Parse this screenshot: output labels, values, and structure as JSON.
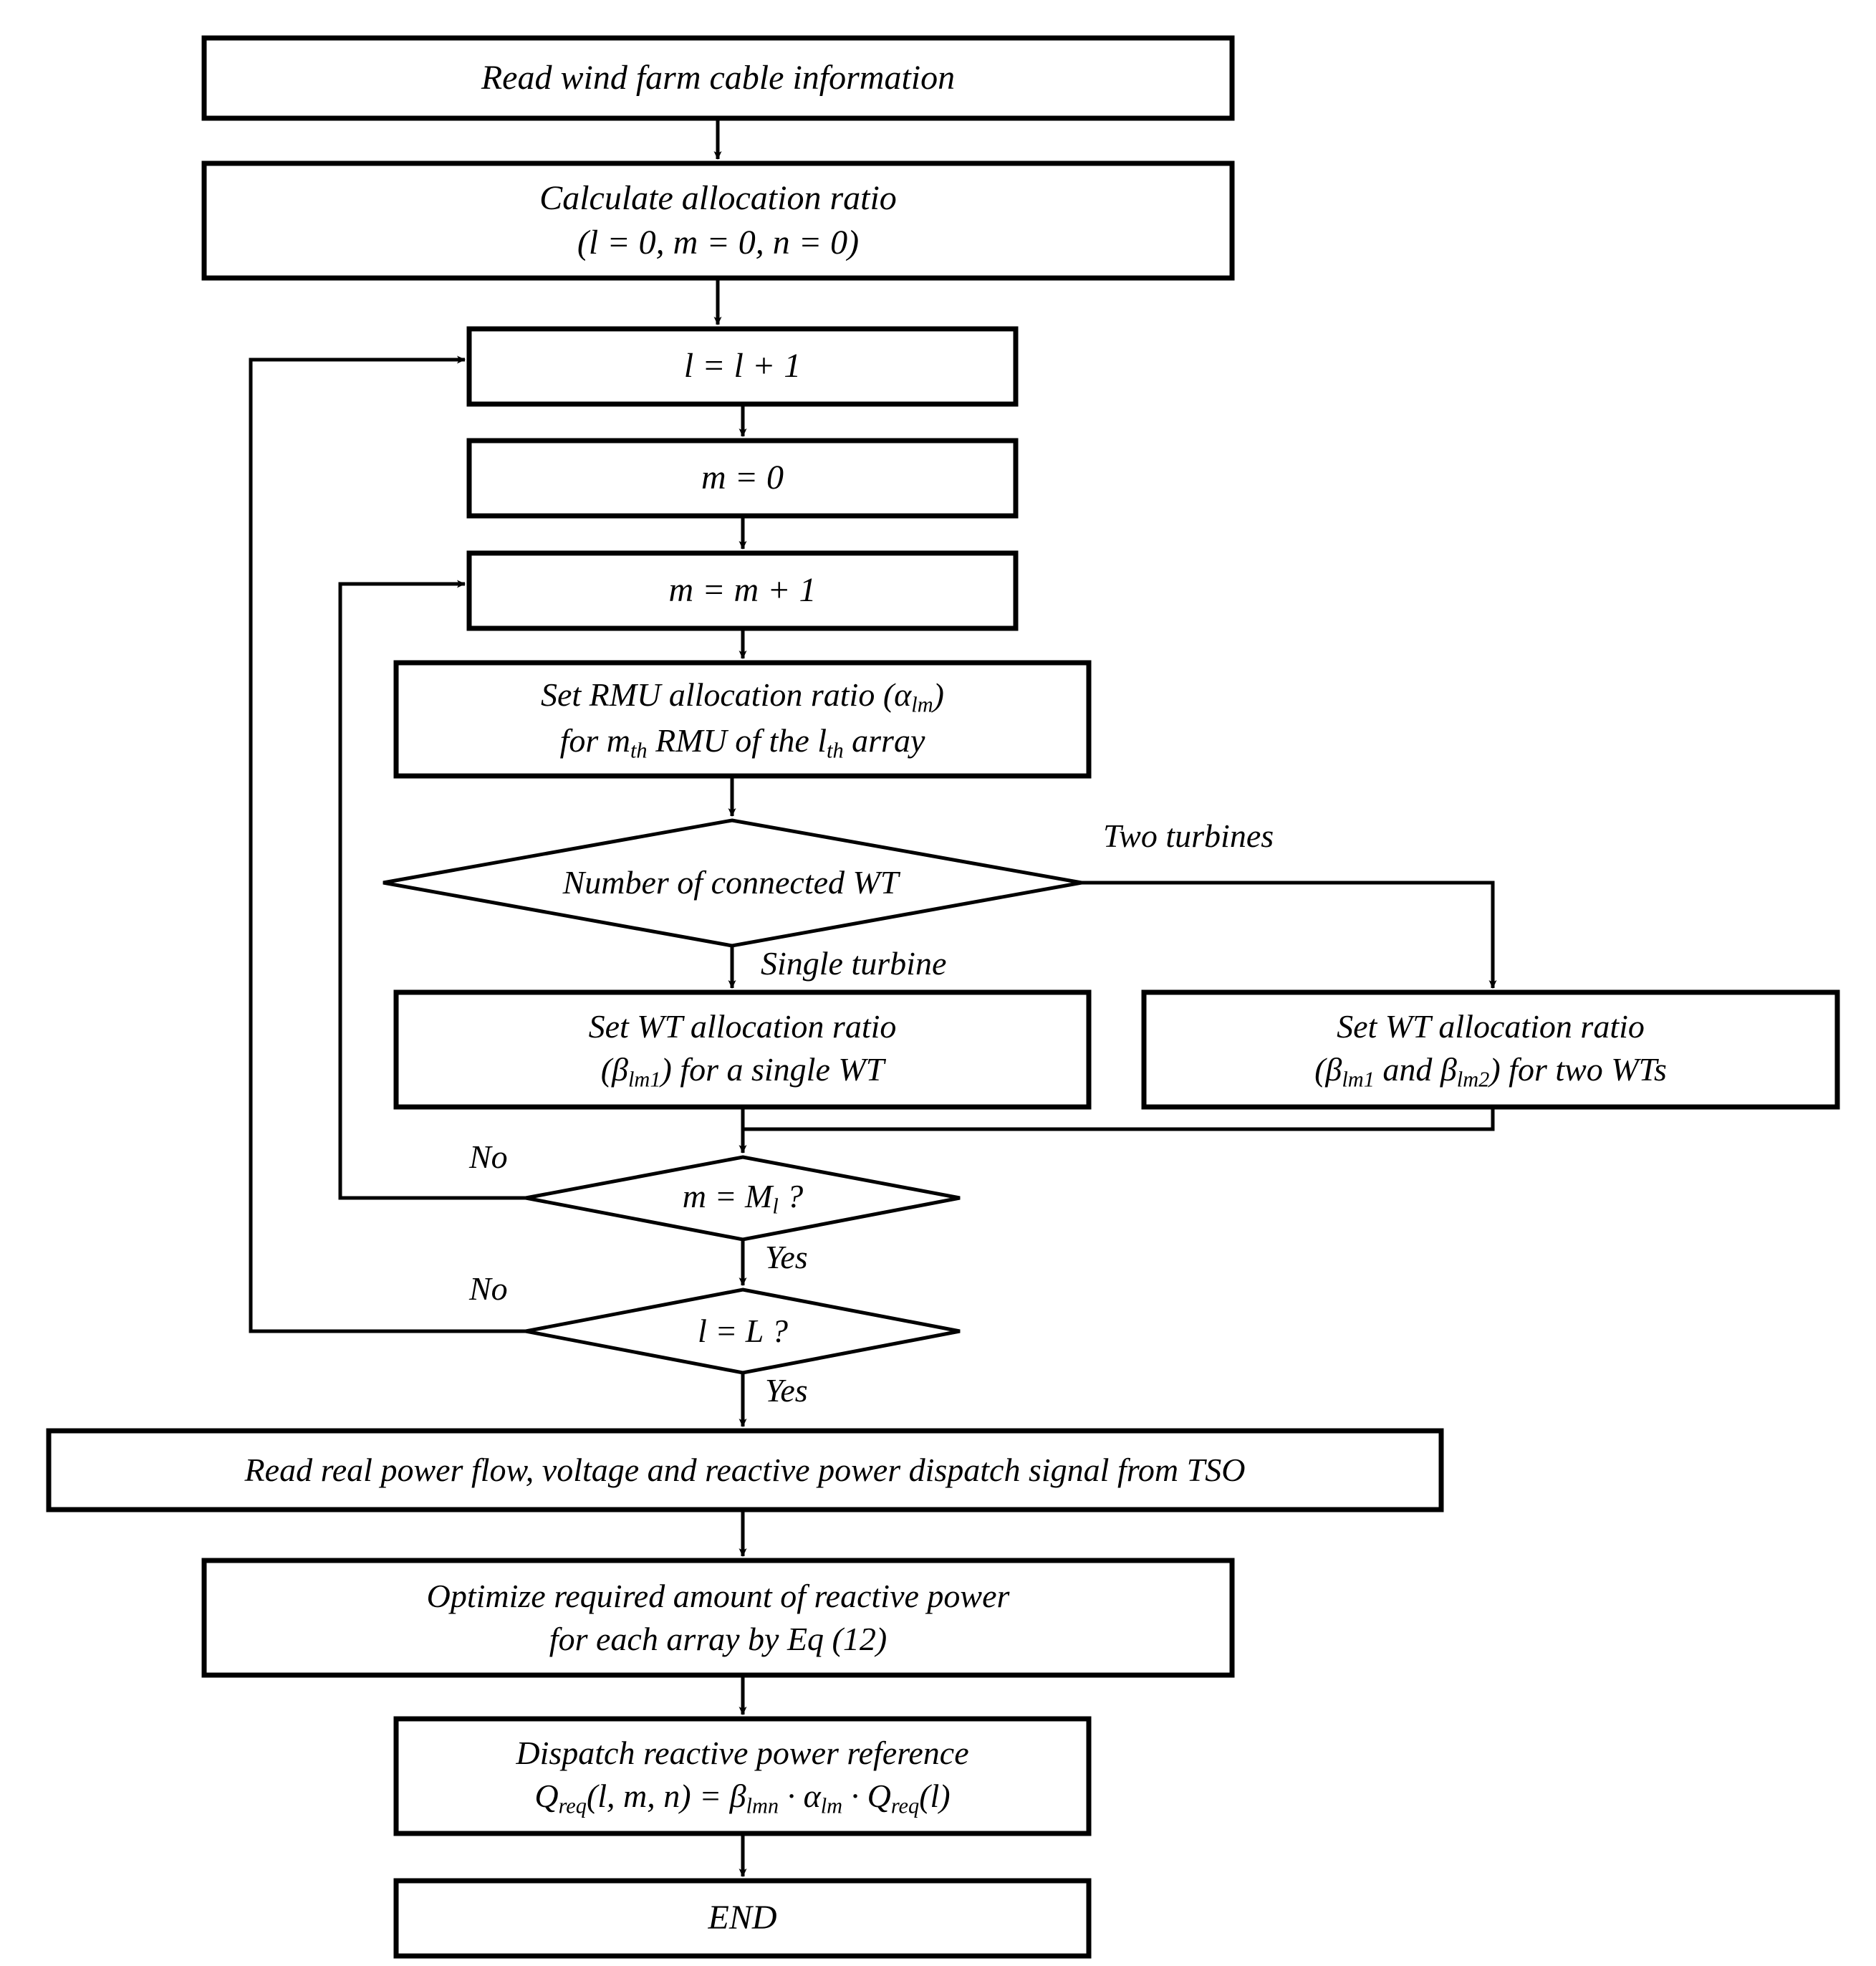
{
  "diagram": {
    "title": "Reactive power allocation flowchart",
    "type": "flowchart",
    "stroke_color": "#000000",
    "fill_color": "#ffffff",
    "nodes": [
      {
        "id": "read_cable",
        "shape": "process",
        "text": "Read wind farm cable information"
      },
      {
        "id": "calc_ratio_l1",
        "shape": "process",
        "text": "Calculate allocation ratio"
      },
      {
        "id": "calc_ratio_l2",
        "shape": "process",
        "text": "(l = 0, m = 0, n = 0)"
      },
      {
        "id": "l_inc",
        "shape": "process",
        "text": "l = l + 1"
      },
      {
        "id": "m_zero",
        "shape": "process",
        "text": "m = 0"
      },
      {
        "id": "m_inc",
        "shape": "process",
        "text": "m = m + 1"
      },
      {
        "id": "set_rmu_l1",
        "shape": "process",
        "text": "Set RMU allocation ratio (αlm)"
      },
      {
        "id": "set_rmu_l2",
        "shape": "process",
        "text": "for mth RMU of the lth array"
      },
      {
        "id": "num_wt",
        "shape": "decision",
        "text": "Number of connected WT"
      },
      {
        "id": "set_wt_one_l1",
        "shape": "process",
        "text": "Set WT allocation ratio"
      },
      {
        "id": "set_wt_one_l2",
        "shape": "process",
        "text": "(βlm1) for a single WT"
      },
      {
        "id": "set_wt_two_l1",
        "shape": "process",
        "text": "Set WT allocation ratio"
      },
      {
        "id": "set_wt_two_l2",
        "shape": "process",
        "text": "(βlm1 and βlm2) for two WTs"
      },
      {
        "id": "m_eq_M",
        "shape": "decision",
        "text": "m = Ml ?"
      },
      {
        "id": "l_eq_L",
        "shape": "decision",
        "text": "l = L ?"
      },
      {
        "id": "read_tso",
        "shape": "process",
        "text": "Read real power flow, voltage  and reactive power dispatch signal from TSO"
      },
      {
        "id": "optimize_l1",
        "shape": "process",
        "text": "Optimize required amount of reactive power"
      },
      {
        "id": "optimize_l2",
        "shape": "process",
        "text": "for each array by Eq (12)"
      },
      {
        "id": "dispatch_l1",
        "shape": "process",
        "text": "Dispatch reactive power reference"
      },
      {
        "id": "dispatch_l2",
        "shape": "process",
        "text": "Qreq(l, m, n) = βlmn · αlm · Qreq(l)"
      },
      {
        "id": "end",
        "shape": "process",
        "text": "END"
      }
    ],
    "edge_labels": [
      {
        "id": "two_turbines",
        "text": "Two turbines"
      },
      {
        "id": "single_turbine",
        "text": "Single turbine"
      },
      {
        "id": "no_m",
        "text": "No"
      },
      {
        "id": "yes_m",
        "text": "Yes"
      },
      {
        "id": "no_l",
        "text": "No"
      },
      {
        "id": "yes_l",
        "text": "Yes"
      }
    ]
  }
}
